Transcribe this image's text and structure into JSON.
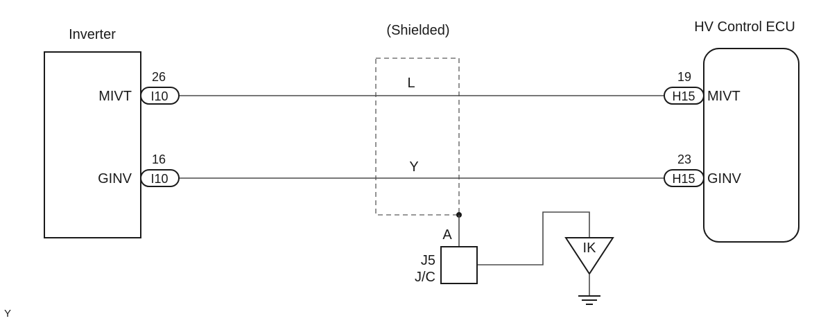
{
  "diagram": {
    "shield_label": "(Shielded)",
    "inverter": {
      "title": "Inverter",
      "signals": [
        {
          "name": "MIVT",
          "pin": "26",
          "connector": "I10"
        },
        {
          "name": "GINV",
          "pin": "16",
          "connector": "I10"
        }
      ]
    },
    "ecu": {
      "title": "HV Control ECU",
      "signals": [
        {
          "name": "MIVT",
          "pin": "19",
          "connector": "H15"
        },
        {
          "name": "GINV",
          "pin": "23",
          "connector": "H15"
        }
      ]
    },
    "wires": [
      {
        "color_code": "L"
      },
      {
        "color_code": "Y"
      }
    ],
    "junction": {
      "terminal": "A",
      "id": "J5",
      "type": "J/C"
    },
    "ground_point": "IK",
    "footnote": "Y"
  }
}
